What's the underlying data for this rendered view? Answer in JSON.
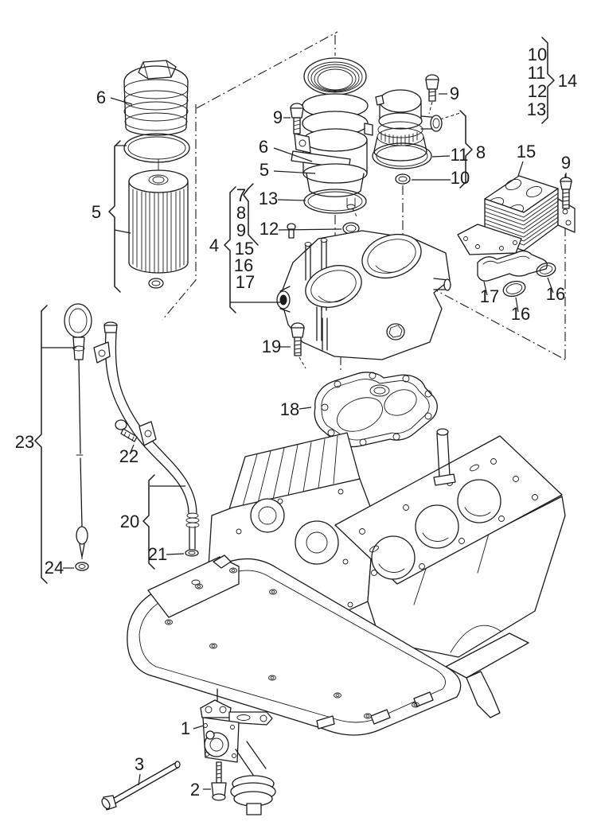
{
  "background_color": "#ffffff",
  "line_color": "#1b1b1b",
  "callouts": {
    "n1": "1",
    "n2": "2",
    "n3": "3",
    "n4": "4",
    "n5": "5",
    "n6": "6",
    "n7": "7",
    "n8": "8",
    "n9": "9",
    "n10": "10",
    "n11": "11",
    "n12": "12",
    "n13": "13",
    "n14": "14",
    "n15": "15",
    "n16": "16",
    "n17": "17",
    "n18": "18",
    "n19": "19",
    "n20": "20",
    "n21": "21",
    "n22": "22",
    "n23": "23",
    "n24": "24"
  },
  "groups": {
    "group4_items": [
      "7",
      "8",
      "9",
      "15",
      "16",
      "17"
    ],
    "group14_items": [
      "10",
      "11",
      "12",
      "13"
    ],
    "group4_sub_items": [
      "13",
      "12"
    ]
  }
}
